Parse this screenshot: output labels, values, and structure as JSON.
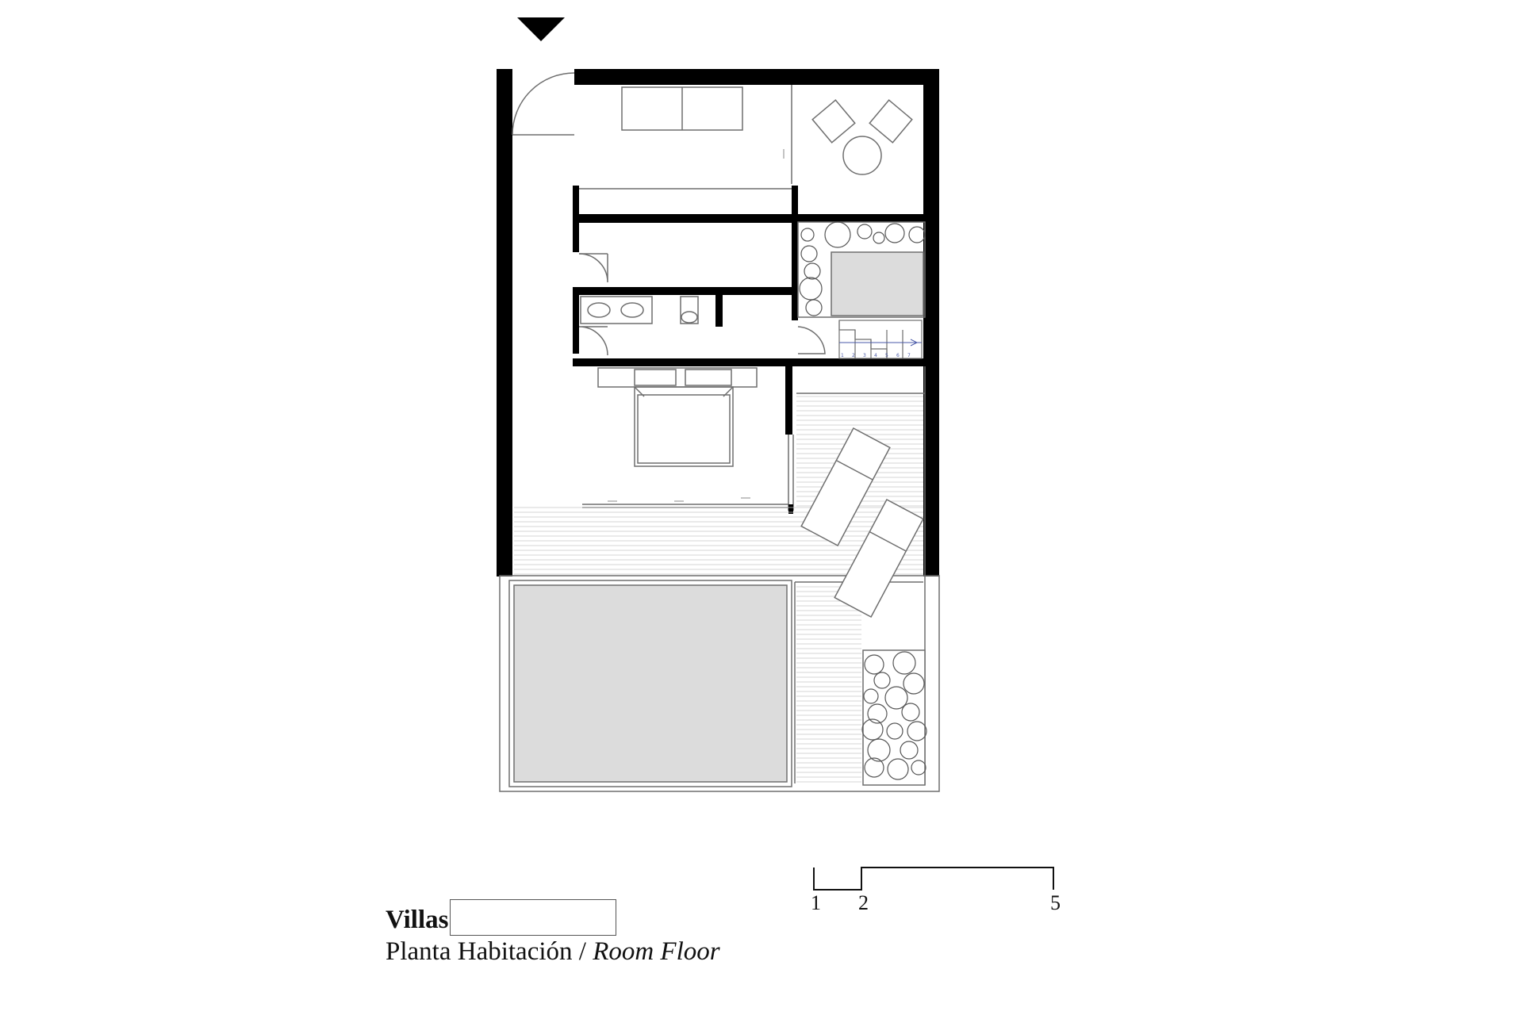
{
  "drawing": {
    "title": "Villas",
    "subtitle_es": "Planta Habitación /",
    "subtitle_en": "Room Floor"
  },
  "scale_bar": {
    "ticks": [
      "1",
      "2",
      "5"
    ]
  },
  "stairs": {
    "step_numbers": [
      "1",
      "2",
      "3",
      "4",
      "5",
      "6",
      "7"
    ]
  },
  "colors": {
    "wall": "#000000",
    "line": "#6e6e6e",
    "fill": "#dcdcdc",
    "stair": "#4a5aa8"
  }
}
